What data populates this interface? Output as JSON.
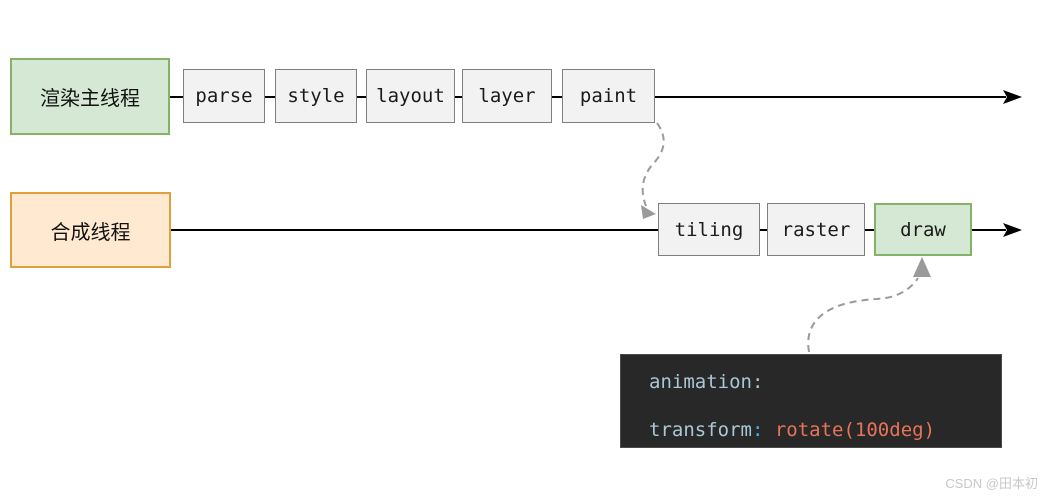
{
  "main_thread": {
    "label": "渲染主线程",
    "steps": [
      "parse",
      "style",
      "layout",
      "layer",
      "paint"
    ]
  },
  "compositor_thread": {
    "label": "合成线程",
    "steps": [
      "tiling",
      "raster",
      "draw"
    ]
  },
  "code_block": {
    "lines": [
      {
        "property": "animation",
        "colon": ":",
        "value": ""
      },
      {
        "property": "transform",
        "colon": ":",
        "value": "rotate(100deg)"
      }
    ]
  },
  "watermark": "CSDN @田本初",
  "colors": {
    "main_thread_fill": "#d5e8d4",
    "main_thread_border": "#82b366",
    "compositor_fill": "#ffe9d0",
    "compositor_border": "#e0a13c",
    "step_fill": "#f2f2f2",
    "step_border": "#7f7f7f",
    "highlight_step_fill": "#d5e8d4",
    "highlight_step_border": "#82b366",
    "code_background": "#282828",
    "code_property": "#a9c7d6",
    "code_colon_accent": "#3cb1e3",
    "code_value": "#e8735a",
    "dashed_connector": "#9a9a9a",
    "timeline_line": "#000000"
  }
}
